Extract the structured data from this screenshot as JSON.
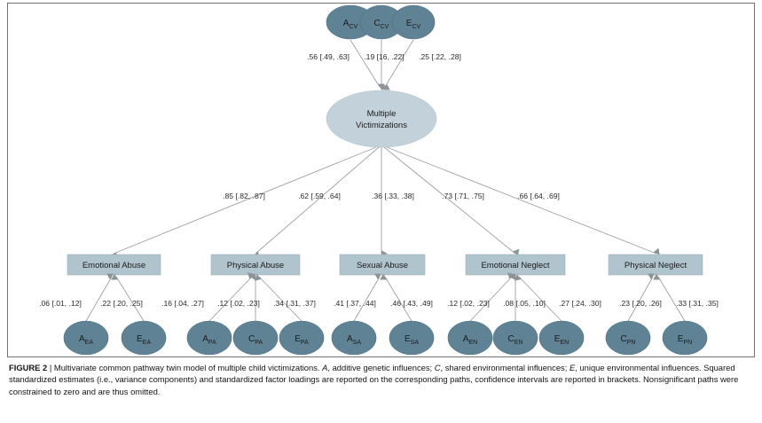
{
  "figure": {
    "caption_label": "FIGURE 2",
    "caption_sep": " | ",
    "caption_text_1": "Multivariate common pathway twin model of multiple child victimizations. ",
    "caption_A": "A",
    "caption_text_2": ", additive genetic influences; ",
    "caption_C": "C",
    "caption_text_3": ", shared environmental influences; ",
    "caption_E": "E",
    "caption_text_4": ", unique environmental influences. Squared standardized estimates (i.e., variance components) and standardized factor loadings are reported on the corresponding paths, confidence intervals are reported in brackets. Nonsignificant paths were constrained to zero and are thus omitted."
  },
  "colors": {
    "latent_fill": "#5f8394",
    "common_factor_fill": "#c3d2da",
    "indicator_fill": "#b0c4ce",
    "path_stroke": "#9aa1a6",
    "frame_border": "#6e7276",
    "text": "#1b1b1b"
  },
  "chart_data": {
    "type": "diagram",
    "title": "Multivariate common pathway twin model of multiple child victimizations",
    "common_factor": {
      "id": "multiple-victimizations",
      "label_line1": "Multiple",
      "label_line2": "Victimizations",
      "shape": "ellipse"
    },
    "top_latents": [
      {
        "id": "ACV",
        "letter": "A",
        "sub": "CV",
        "path_label": ".56 [.49, .63]",
        "estimate": 0.56,
        "ci": [
          0.49,
          0.63
        ]
      },
      {
        "id": "CCV",
        "letter": "C",
        "sub": "CV",
        "path_label": ".19 [16, .22]",
        "estimate": 0.19,
        "ci": [
          0.16,
          0.22
        ]
      },
      {
        "id": "ECV",
        "letter": "E",
        "sub": "CV",
        "path_label": ".25 [.22, .28]",
        "estimate": 0.25,
        "ci": [
          0.22,
          0.28
        ]
      }
    ],
    "indicators": [
      {
        "id": "emotional-abuse",
        "label": "Emotional Abuse",
        "loading_label": ".85 [.82, .87]",
        "loading": 0.85,
        "loading_ci": [
          0.82,
          0.87
        ],
        "latents": [
          {
            "id": "AEA",
            "letter": "A",
            "sub": "EA",
            "path_label": ".06 [.01, .12]",
            "estimate": 0.06,
            "ci": [
              0.01,
              0.12
            ]
          },
          {
            "id": "EEA",
            "letter": "E",
            "sub": "EA",
            "path_label": ".22 [.20, .25]",
            "estimate": 0.22,
            "ci": [
              0.2,
              0.25
            ]
          }
        ]
      },
      {
        "id": "physical-abuse",
        "label": "Physical Abuse",
        "loading_label": ".62 [.59, .64]",
        "loading": 0.62,
        "loading_ci": [
          0.59,
          0.64
        ],
        "latents": [
          {
            "id": "APA",
            "letter": "A",
            "sub": "PA",
            "path_label": ".16 [.04, .27]",
            "estimate": 0.16,
            "ci": [
              0.04,
              0.27
            ]
          },
          {
            "id": "CPA",
            "letter": "C",
            "sub": "PA",
            "path_label": ".12 [.02, .23]",
            "estimate": 0.12,
            "ci": [
              0.02,
              0.23
            ]
          },
          {
            "id": "EPA",
            "letter": "E",
            "sub": "PA",
            "path_label": ".34 [.31, .37]",
            "estimate": 0.34,
            "ci": [
              0.31,
              0.37
            ]
          }
        ]
      },
      {
        "id": "sexual-abuse",
        "label": "Sexual Abuse",
        "loading_label": ".36 [.33, .38]",
        "loading": 0.36,
        "loading_ci": [
          0.33,
          0.38
        ],
        "latents": [
          {
            "id": "ASA",
            "letter": "A",
            "sub": "SA",
            "path_label": ".41 [.37, .44]",
            "estimate": 0.41,
            "ci": [
              0.37,
              0.44
            ]
          },
          {
            "id": "ESA",
            "letter": "E",
            "sub": "SA",
            "path_label": ".46 [.43, .49]",
            "estimate": 0.46,
            "ci": [
              0.43,
              0.49
            ]
          }
        ]
      },
      {
        "id": "emotional-neglect",
        "label": "Emotional Neglect",
        "loading_label": ".73 [.71, .75]",
        "loading": 0.73,
        "loading_ci": [
          0.71,
          0.75
        ],
        "latents": [
          {
            "id": "AEN",
            "letter": "A",
            "sub": "EN",
            "path_label": ".12 [.02, .23]",
            "estimate": 0.12,
            "ci": [
              0.02,
              0.23
            ]
          },
          {
            "id": "CEN",
            "letter": "C",
            "sub": "EN",
            "path_label": ".08 [.05, .10]",
            "estimate": 0.08,
            "ci": [
              0.05,
              0.1
            ]
          },
          {
            "id": "EEN",
            "letter": "E",
            "sub": "EN",
            "path_label": ".27 [.24, .30]",
            "estimate": 0.27,
            "ci": [
              0.24,
              0.3
            ]
          }
        ]
      },
      {
        "id": "physical-neglect",
        "label": "Physical Neglect",
        "loading_label": ".66 [.64, .69]",
        "loading": 0.66,
        "loading_ci": [
          0.64,
          0.69
        ],
        "latents": [
          {
            "id": "CPN",
            "letter": "C",
            "sub": "PN",
            "path_label": ".23 [.20, .26]",
            "estimate": 0.23,
            "ci": [
              0.2,
              0.26
            ]
          },
          {
            "id": "EPN",
            "letter": "E",
            "sub": "PN",
            "path_label": ".33 [.31, .35]",
            "estimate": 0.33,
            "ci": [
              0.31,
              0.35
            ]
          }
        ]
      }
    ]
  }
}
